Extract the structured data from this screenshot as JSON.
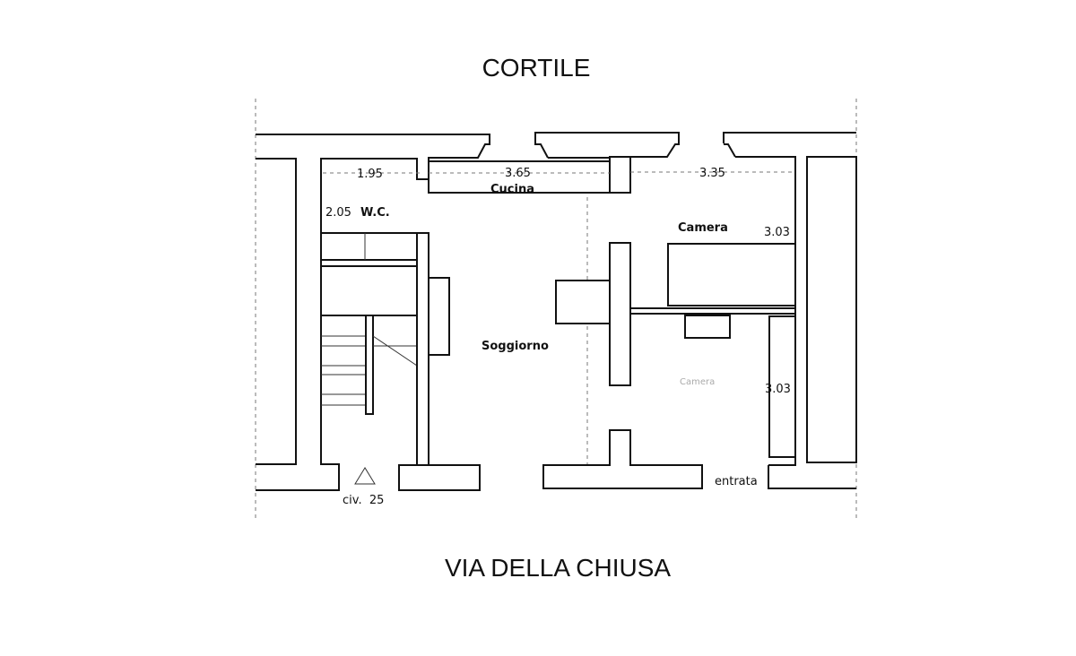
{
  "titles": {
    "top": "CORTILE",
    "bottom": "VIA DELLA CHIUSA"
  },
  "rooms": {
    "cucina": "Cucina",
    "wc": "W.C.",
    "soggiorno": "Soggiorno",
    "camera": "Camera",
    "camera_lower": "Camera",
    "entrata": "entrata"
  },
  "dimensions": {
    "wc_width": "1.95",
    "wc_depth": "2.05",
    "cucina_width": "3.65",
    "camera_width": "3.35",
    "camera_depth": "3.03",
    "camera_lower_depth": "3.03"
  },
  "civic": "civ.  25"
}
